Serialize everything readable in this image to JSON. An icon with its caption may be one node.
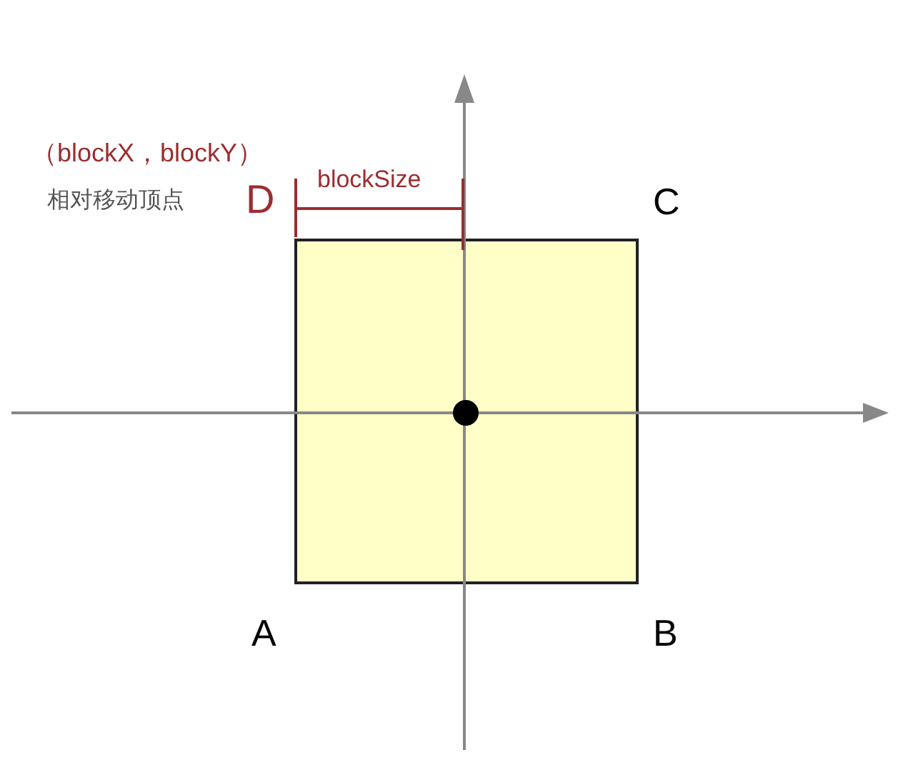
{
  "diagram": {
    "labels": [
      "（blockX，blockY）",
      "相对移动顶点",
      "D",
      "blockSize",
      "C",
      "A",
      "B"
    ]
  }
}
